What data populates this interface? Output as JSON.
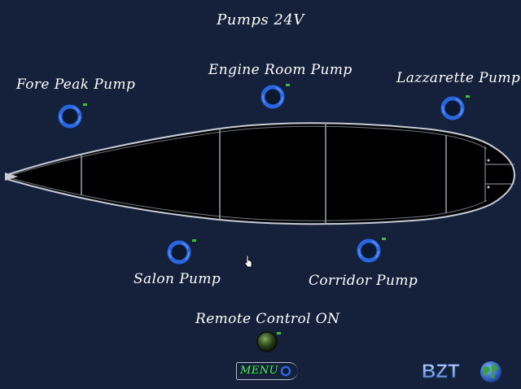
{
  "title": "Pumps 24V",
  "pumps": [
    {
      "id": "fore-peak",
      "label": "Fore Peak Pump"
    },
    {
      "id": "engine-room",
      "label": "Engine Room Pump"
    },
    {
      "id": "lazzarette",
      "label": "Lazzarette Pump"
    },
    {
      "id": "salon",
      "label": "Salon Pump"
    },
    {
      "id": "corridor",
      "label": "Corridor  Pump"
    }
  ],
  "remote_control": {
    "label": "Remote Control ON"
  },
  "menu": {
    "label": "MENU"
  },
  "logo": {
    "text": "BZT"
  },
  "colors": {
    "background": "#15203a",
    "pump_ring": "#2a66e0",
    "indicator_flag": "#3fbf3f",
    "menu_text": "#3cff3c"
  },
  "icons": {
    "pump_indicator": "blue-ring-icon",
    "remote_led": "green-led-icon",
    "menu": "ring-icon",
    "globe": "globe-icon",
    "cursor": "mouse-pointer-icon"
  }
}
